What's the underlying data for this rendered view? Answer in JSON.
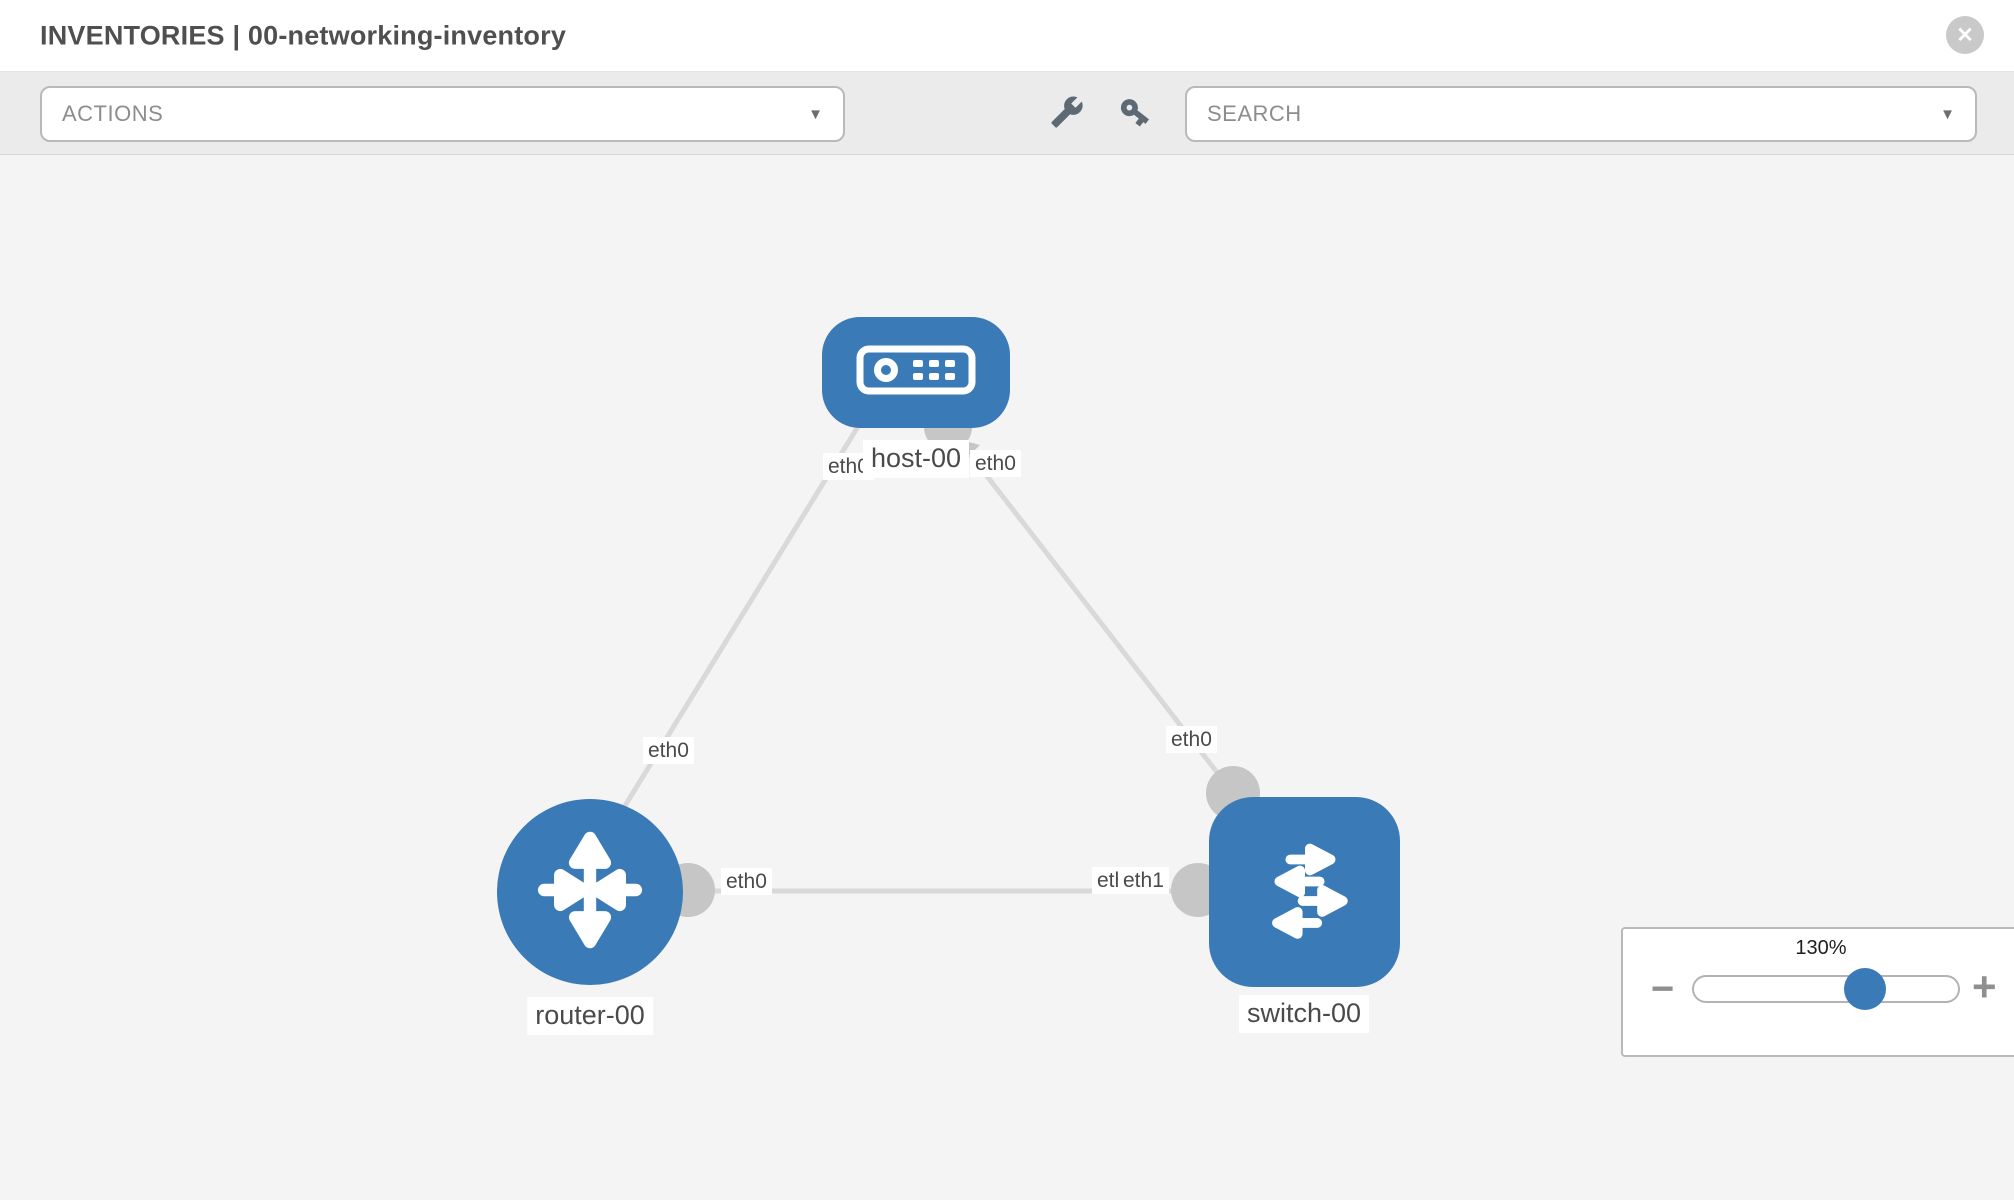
{
  "header": {
    "title": "INVENTORIES | 00-networking-inventory"
  },
  "toolbar": {
    "actions_label": "ACTIONS",
    "search_placeholder": "SEARCH"
  },
  "icons": {
    "close": "✕",
    "caret_down": "▼",
    "minus": "−",
    "plus": "+"
  },
  "topology": {
    "nodes": [
      {
        "id": "host-00",
        "type": "host",
        "label": "host-00"
      },
      {
        "id": "router-00",
        "type": "router",
        "label": "router-00"
      },
      {
        "id": "switch-00",
        "type": "switch",
        "label": "switch-00"
      }
    ],
    "links": [
      {
        "source": "host-00",
        "target": "router-00",
        "source_port": "eth0",
        "target_port": "eth0"
      },
      {
        "source": "host-00",
        "target": "switch-00",
        "source_port": "eth0",
        "target_port": "eth0"
      },
      {
        "source": "router-00",
        "target": "switch-00",
        "source_port": "eth0",
        "target_port": "eth1"
      }
    ],
    "port_labels": [
      {
        "text": "eth0"
      },
      {
        "text": "eth0"
      },
      {
        "text": "eth0"
      },
      {
        "text": "eth0"
      },
      {
        "text": "eth0"
      },
      {
        "text": "eth0"
      },
      {
        "text": "eth1"
      }
    ]
  },
  "zoom_control": {
    "level": "130%"
  },
  "colors": {
    "node_blue": "#3a7ab6",
    "link_gray": "#d9d9d9",
    "port_circle_gray": "#c6c6c6",
    "canvas_bg": "#f4f4f4",
    "toolbar_bg": "#ebebeb"
  }
}
